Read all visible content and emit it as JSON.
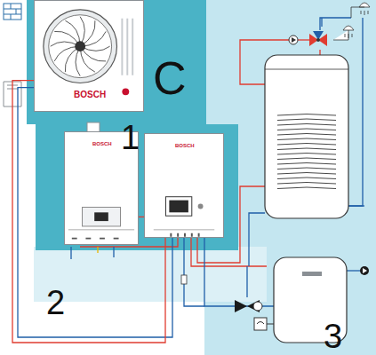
{
  "diagram": {
    "nodes": [
      {
        "text": [
          "BOSCH"
        ]
      },
      {
        "text": [
          "BOSCH"
        ]
      },
      {
        "text": [
          "BOSCH"
        ]
      }
    ],
    "edges": [
      {
        "from": 0,
        "to": 2,
        "arrow": "none"
      },
      {
        "from": 1,
        "to": 2,
        "arrow": "none"
      }
    ],
    "labels": [
      "C",
      "1",
      "2",
      "3"
    ]
  }
}
